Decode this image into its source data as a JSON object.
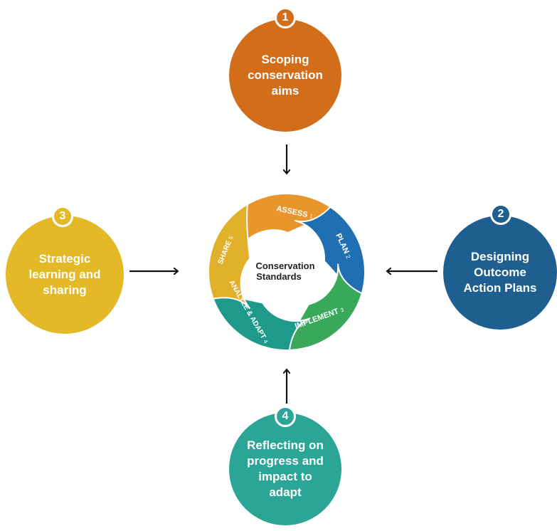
{
  "steps": [
    {
      "number": "1",
      "label": "Scoping\nconservation\naims",
      "color": "#d26d1a"
    },
    {
      "number": "2",
      "label": "Designing\nOutcome\nAction Plans",
      "color": "#1f5f8f"
    },
    {
      "number": "3",
      "label": "Strategic\nlearning and\nsharing",
      "color": "#e3b927"
    },
    {
      "number": "4",
      "label": "Reflecting on\nprogress and\nimpact to\nadapt",
      "color": "#2aa596"
    }
  ],
  "cycle": {
    "center_line1": "Conservation",
    "center_line2": "Standards",
    "segments": [
      {
        "label": "ASSESS",
        "number": "1",
        "color": "#e8952b"
      },
      {
        "label": "PLAN",
        "number": "2",
        "color": "#1f6fb2"
      },
      {
        "label": "IMPLEMENT",
        "number": "3",
        "color": "#3aa85a"
      },
      {
        "label": "ANALYZE & ADAPT",
        "number": "4",
        "color": "#1f9a8a"
      },
      {
        "label": "SHARE",
        "number": "5",
        "color": "#e0b02a"
      }
    ]
  }
}
